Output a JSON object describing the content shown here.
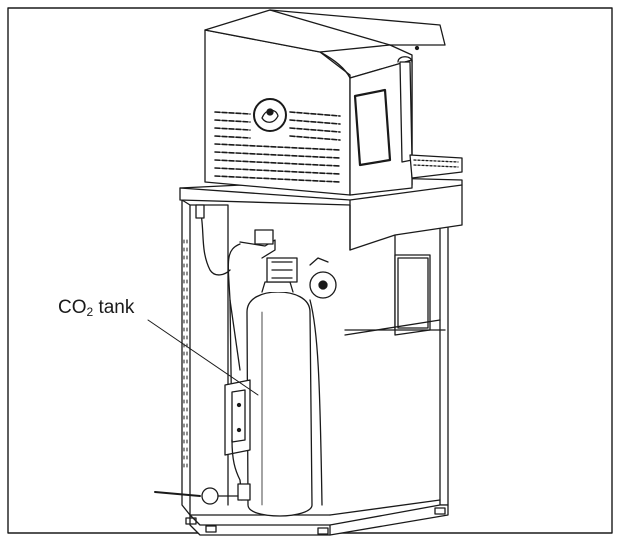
{
  "callout": {
    "prefix": "CO",
    "subscript": "2",
    "suffix": " tank"
  },
  "colors": {
    "ink": "#1a1a1a",
    "fill": "#ffffff"
  }
}
